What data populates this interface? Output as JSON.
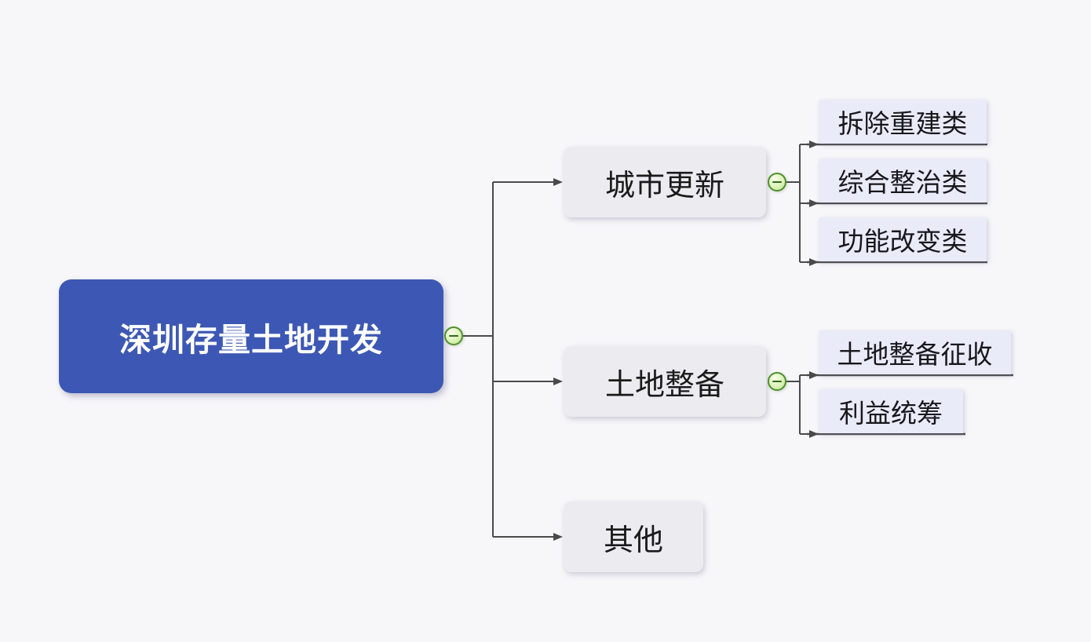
{
  "app": {
    "type": "mind-map",
    "background": "#f7f6f9"
  },
  "mindmap": {
    "root": {
      "label": "深圳存量土地开发",
      "fill": "#3d58b4",
      "text_color": "#ffffff",
      "collapsed": false
    },
    "branches": [
      {
        "label": "城市更新",
        "collapsed": false,
        "children": [
          {
            "label": "拆除重建类"
          },
          {
            "label": "综合整治类"
          },
          {
            "label": "功能改变类"
          }
        ]
      },
      {
        "label": "土地整备",
        "collapsed": false,
        "children": [
          {
            "label": "土地整备征收"
          },
          {
            "label": "利益统筹"
          }
        ]
      },
      {
        "label": "其他",
        "children": []
      }
    ]
  },
  "colors": {
    "branch_fill": "#ebebf0",
    "leaf_fill": "#e9ebf8",
    "connector_line": "#4a4a4a",
    "collapse_button_border": "#4e8f2c",
    "collapse_button_fill": "#d9f2b4",
    "collapse_minus": "#2f6b1a",
    "node_text": "#1a1a1a"
  }
}
